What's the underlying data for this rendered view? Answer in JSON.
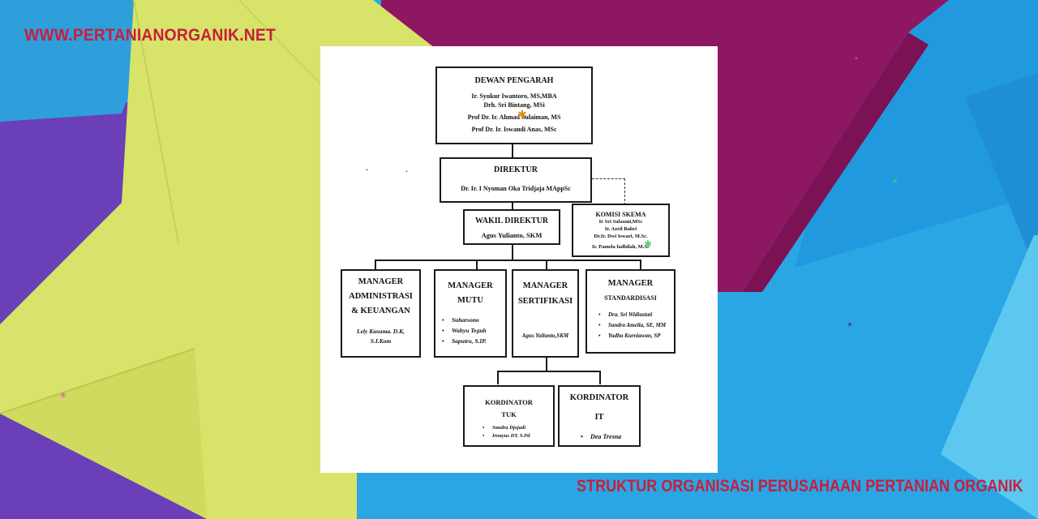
{
  "site": {
    "url": "WWW.PERTANIANORGANIK.NET"
  },
  "caption": "STRUKTUR ORGANISASI PERUSAHAAN PERTANIAN ORGANIK",
  "colors": {
    "brand_red": "#c81e3c",
    "blue": "#2aa6e4",
    "yellow": "#d8e36a",
    "purple": "#6a3fb8",
    "magenta": "#8e1763"
  },
  "chart": {
    "dewan": {
      "title": "DEWAN PENGARAH",
      "members": [
        "Ir. Syukur Iwantoro, MS,MBA",
        "Drh. Sri Bintang, MSi",
        "Prof Dr. Ir. Ahmad Sulaiman, MS",
        "Prof Dr. Ir. Iswandi Anas, MSc"
      ]
    },
    "direktur": {
      "title": "DIREKTUR",
      "name": "Dr. Ir. I Nyoman Oka Tridjaja MAppSc"
    },
    "wakil": {
      "title": "WAKIL DIREKTUR",
      "name": "Agus Yulianto, SKM"
    },
    "komisi": {
      "title": "KOMISI SKEMA",
      "members": [
        "Ir Sri Sulaxmi,MSc",
        "Ir. Azril Bahri",
        "Dr.Ir. Dwi Iswari, M.Sc.",
        "Ir. Pamela fadhilah, M.Sc"
      ]
    },
    "admin": {
      "line1": "MANAGER",
      "line2": "ADMINISTRASI",
      "line3": "& KEUANGAN",
      "names": [
        "Lely Kusuma. D.K,",
        "S.I.Kom"
      ]
    },
    "mutu": {
      "line1": "MANAGER",
      "line2": "MUTU",
      "members": [
        "Suharsono",
        "Wahyu Teguh",
        "Saputro, S.IP."
      ]
    },
    "sertifikasi": {
      "line1": "MANAGER",
      "line2": "SERTIFIKASI",
      "name": "Agus Yulianto,SKM"
    },
    "standardisasi": {
      "line1": "MANAGER",
      "line2": "STANDARDISASI",
      "members": [
        "Dra. Sri Widiastuti",
        "Sandra Amelia, SE, MM",
        "Yudha Kurniawan, SP"
      ]
    },
    "tuk": {
      "line1": "KORDINATOR",
      "line2": "TUK",
      "members": [
        "Sandra Djojadi",
        "Irnayus DT, S.Pd"
      ]
    },
    "it": {
      "line1": "KORDINATOR",
      "line2": "IT",
      "members": [
        "Dea Tresna"
      ]
    }
  }
}
